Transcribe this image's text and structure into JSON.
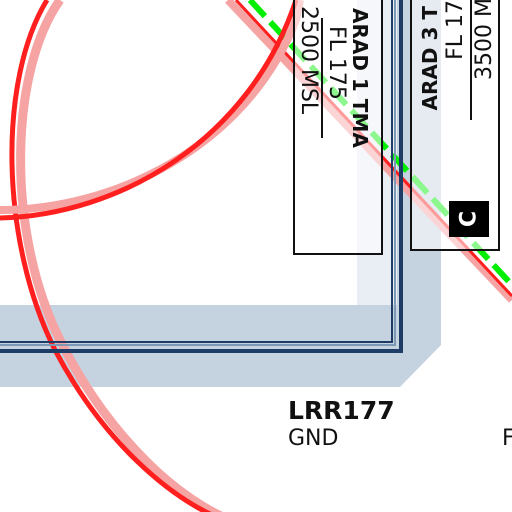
{
  "colors": {
    "restricted_circle": "#ff1f1f",
    "restricted_circle_halo": "#f6a3a3",
    "tma_boundary": "#1f3c66",
    "tma_buffer": "#c5d3e0",
    "route_green": "#00ee00",
    "route_red": "#ff1f1f"
  },
  "areas": {
    "arad1": {
      "name": "ARAD 1 TMA",
      "upper": "FL 175",
      "lower": "2500 MSL"
    },
    "arad3": {
      "name": "ARAD 3 T",
      "upper": "FL 17",
      "lower": "3500 M",
      "class": "C"
    },
    "lrr177": {
      "name": "LRR177",
      "lower": "GND",
      "edge_text": "F"
    }
  }
}
